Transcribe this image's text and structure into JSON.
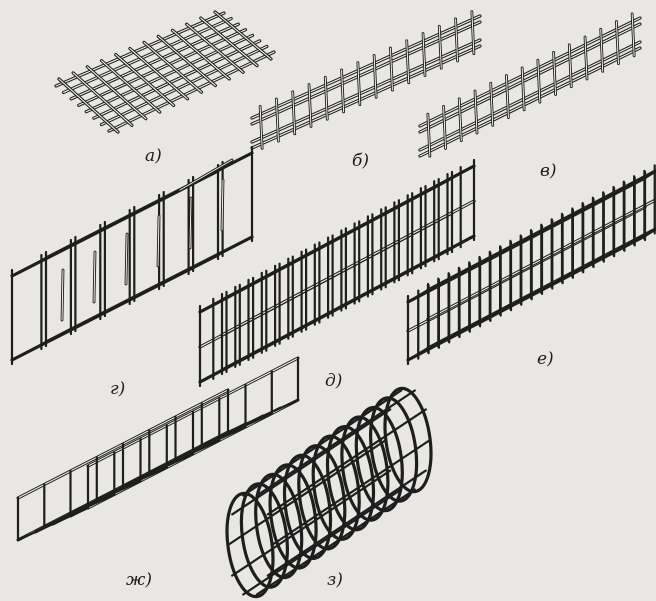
{
  "figure": {
    "background": "#e9e7e3",
    "ink": "#1e1e1e",
    "labels": {
      "a": "а)",
      "b": "б)",
      "v": "в)",
      "g": "г)",
      "d": "д)",
      "e": "е)",
      "zh": "ж)",
      "z": "з)"
    },
    "items": [
      {
        "key": "a",
        "kind": "flat-mesh"
      },
      {
        "key": "b",
        "kind": "flat-ladder-frame"
      },
      {
        "key": "v",
        "kind": "flat-ladder-frame"
      },
      {
        "key": "g",
        "kind": "spatial-cage"
      },
      {
        "key": "d",
        "kind": "spatial-cage"
      },
      {
        "key": "e",
        "kind": "spatial-cage"
      },
      {
        "key": "zh",
        "kind": "open-trough-cage"
      },
      {
        "key": "z",
        "kind": "spiral-cylinder-cage"
      }
    ]
  }
}
